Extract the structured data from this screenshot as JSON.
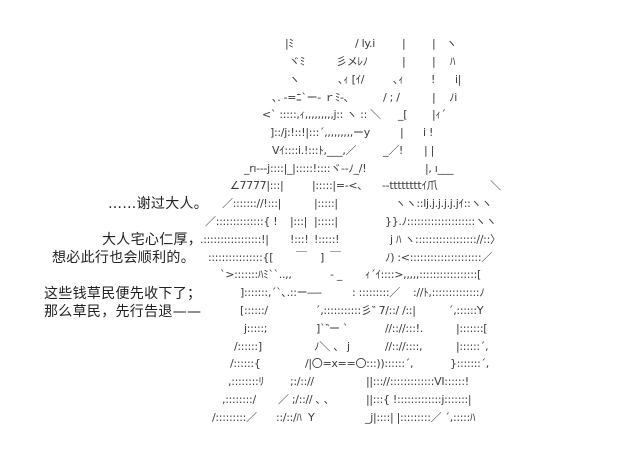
{
  "dialogue": [
    "……谢过大人。",
    "大人宅心仁厚，",
    "想必此行也会顺利的。",
    "这些钱草民便先收下了；",
    "那么草民，先行告退——"
  ],
  "art": {
    "lines": [
      [
        "|ﾐ",
        "/ ly.i",
        "|",
        "|",
        "ヽ"
      ],
      [
        "ヾﾐ",
        "彡メﾚﾉ",
        "|",
        "|",
        "ﾊ"
      ],
      [
        "ヽ",
        "､ｨ [ｲ/",
        "､ｨ",
        "!",
        "i|"
      ],
      [
        "､. -=ﾆ`ー- ｒﾐ-､",
        "/ ; /",
        "|",
        "ﾉi"
      ],
      [
        "<` :::::,ｨ,,,,,,,,,j:: ヽ :: ＼",
        "_[",
        "|ｨ´"
      ],
      [
        "]::/j:!::!|:::´,,,,,,,,,ーy",
        "|",
        "i !"
      ],
      [
        "Vｲ::::i.!:::ﾄ,___,／",
        "_／!",
        "| |"
      ],
      [
        "_rı---j::::|_|:::::!::::ヾ--ﾉ_/!",
        "|, ı___"
      ],
      [
        "∠7777|:::|",
        "|:::::|=-<､",
        "--ttttttttｲ爪",
        "＼"
      ],
      [
        "／::::::://!:::|",
        "|:::::|",
        "ヽヽ::lj.j.j.j.j.jｲ::ヽヽ"
      ],
      [
        "／::::::::::::::{ !",
        "|:::|",
        "|:::::|",
        "}}.ﾉ::::::::::::::::::::ヽヽ"
      ],
      [
        ".:::::::::::::::::!|",
        "!:::!",
        "!:::::!",
        "j ﾊ ヽ:::::::::::::::::://::〉"
      ],
      [
        "::::::::::::::::{[",
        "￣",
        "]",
        "￣",
        "ﾉ) :<:::::::::::::::::::::／"
      ],
      [
        "`>:::::::ﾊﾐ``..,,",
        "- _",
        "ｨ´ｲ::::>,,,,,:::::::::::::::::["
      ],
      [
        "]:::::::,´`､.::ー―-",
        ": :::::::::／",
        "://ﾄ,::::::::::::::ﾉ"
      ],
      [
        "[::::::/",
        "´,:::::::::::彡‶ 7/::/ /::|",
        "´,::::::Y"
      ],
      [
        "j:::::;",
        "]`‶ー `",
        "//:://:::!.",
        "|:::::::["
      ],
      [
        "/::::::]",
        "ﾉ＼ 、 j",
        "//:://::::,",
        "|::::::´,"
      ],
      [
        "/::::::{",
        "/|〇=x==〇:::))::::::´,",
        "}:::::::´,"
      ],
      [
        ",::::::::ﾘ",
        ";:/:://",
        "||::://:::::::::::::VI::::::!"
      ],
      [
        ",::::::::/",
        "／ ;/::// ､ ､",
        "||:::{ !:::::::::::::j:::::::|"
      ],
      [
        "/:::::::::／",
        "::/::/ﾊ  Y",
        "_j|::::| |:::::::::／ ´,:::::ﾊ"
      ]
    ]
  }
}
